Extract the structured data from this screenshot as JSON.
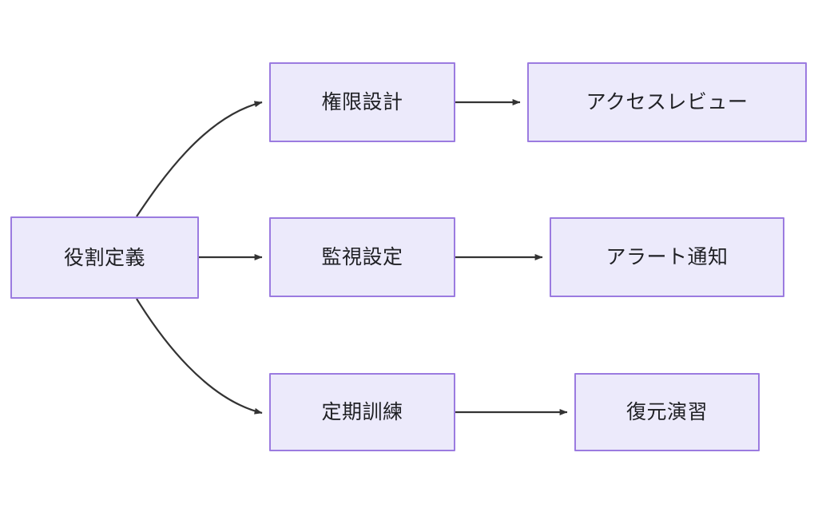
{
  "diagram": {
    "type": "flowchart",
    "direction": "left-to-right",
    "background_color": "#FFFFFF",
    "node_fill_color": "#ECEAFB",
    "node_border_color": "#9B7BE0",
    "edge_color": "#333333",
    "text_color": "#1F2024",
    "nodes": [
      {
        "id": "role-definition",
        "label": "役割定義",
        "column": 1,
        "row": 2
      },
      {
        "id": "permission-design",
        "label": "権限設計",
        "column": 2,
        "row": 1
      },
      {
        "id": "access-review",
        "label": "アクセスレビュー",
        "column": 3,
        "row": 1
      },
      {
        "id": "monitoring-setup",
        "label": "監視設定",
        "column": 2,
        "row": 2
      },
      {
        "id": "alert-notification",
        "label": "アラート通知",
        "column": 3,
        "row": 2
      },
      {
        "id": "periodic-training",
        "label": "定期訓練",
        "column": 2,
        "row": 3
      },
      {
        "id": "restore-drill",
        "label": "復元演習",
        "column": 3,
        "row": 3
      }
    ],
    "edges": [
      {
        "id": "edge-role-to-permission",
        "from": "role-definition",
        "to": "permission-design",
        "style": "curved",
        "label": ""
      },
      {
        "id": "edge-role-to-monitoring",
        "from": "role-definition",
        "to": "monitoring-setup",
        "style": "straight",
        "label": ""
      },
      {
        "id": "edge-role-to-training",
        "from": "role-definition",
        "to": "periodic-training",
        "style": "curved",
        "label": ""
      },
      {
        "id": "edge-permission-to-review",
        "from": "permission-design",
        "to": "access-review",
        "style": "straight",
        "label": ""
      },
      {
        "id": "edge-monitoring-to-alert",
        "from": "monitoring-setup",
        "to": "alert-notification",
        "style": "straight",
        "label": ""
      },
      {
        "id": "edge-training-to-restore",
        "from": "periodic-training",
        "to": "restore-drill",
        "style": "straight",
        "label": ""
      }
    ]
  }
}
